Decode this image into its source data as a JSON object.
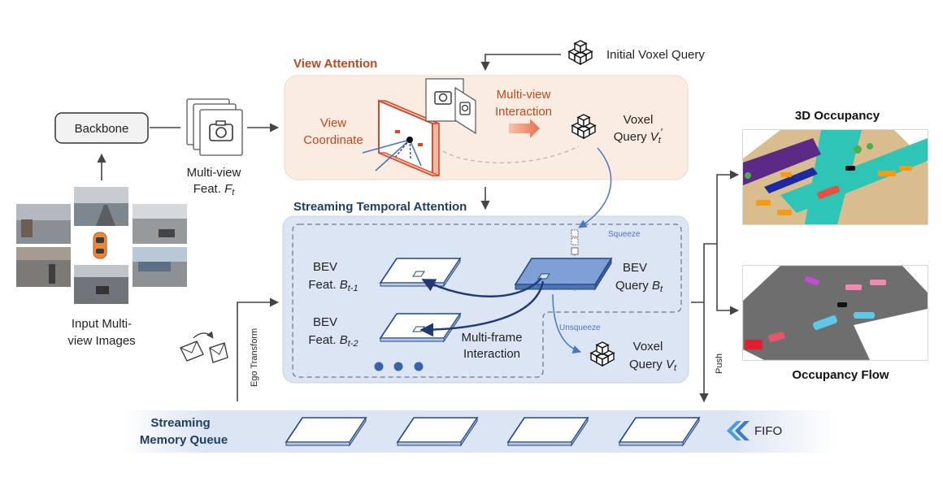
{
  "backbone": {
    "label": "Backbone"
  },
  "input_images": {
    "line1": "Input Multi-",
    "line2": "view Images"
  },
  "multiview_feat": {
    "line1": "Multi-view",
    "line2_prefix": "Feat. ",
    "symbol": "F",
    "subscript": "t"
  },
  "initial_query": {
    "label": "Initial Voxel Query"
  },
  "view_attention": {
    "title": "View Attention",
    "view_coord_line1": "View",
    "view_coord_line2": "Coordinate",
    "interaction_line1": "Multi-view",
    "interaction_line2": "Interaction",
    "voxel_line1": "Voxel",
    "voxel_line2_prefix": "Query ",
    "voxel_symbol": "V",
    "voxel_subscript": "t",
    "voxel_prime": "′"
  },
  "temporal_attention": {
    "title": "Streaming Temporal Attention",
    "squeeze": "Squeeze",
    "unsqueeze": "Unsqueeze",
    "bev1_line1": "BEV",
    "bev1_line2_prefix": "Feat. ",
    "bev1_symbol": "B",
    "bev1_subscript": "t-1",
    "bev2_line1": "BEV",
    "bev2_line2_prefix": "Feat. ",
    "bev2_symbol": "B",
    "bev2_subscript": "t-2",
    "bevq_line1": "BEV",
    "bevq_line2_prefix": "Query ",
    "bevq_symbol": "B",
    "bevq_subscript": "t",
    "multiframe_line1": "Multi-frame",
    "multiframe_line2": "Interaction",
    "voxel_line1": "Voxel",
    "voxel_line2_prefix": "Query ",
    "voxel_symbol": "V",
    "voxel_subscript": "t"
  },
  "ego_transform": "Ego Transform",
  "push": "Push",
  "memory_queue": {
    "line1": "Streaming",
    "line2": "Memory Queue",
    "fifo": "FIFO"
  },
  "outputs": {
    "occupancy": "3D Occupancy",
    "flow": "Occupancy Flow"
  },
  "colors": {
    "view_attention_bg": "#fbece1",
    "view_attention_title": "#c0481f",
    "temporal_bg": "#dbe5f3",
    "temporal_title": "#1f3e66",
    "accent_blue": "#3a62a8",
    "dark_navy": "#1d3a73",
    "memory_bg": "#dde6f4"
  }
}
